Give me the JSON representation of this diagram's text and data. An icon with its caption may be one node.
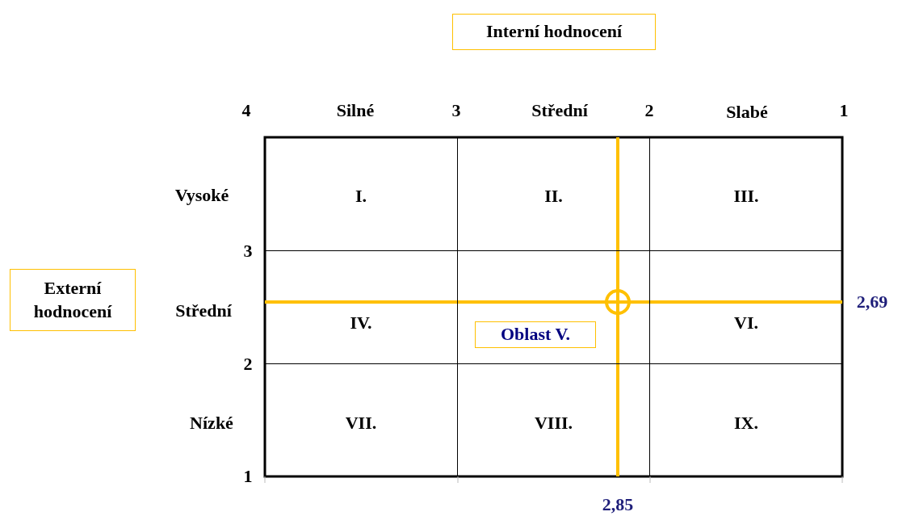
{
  "diagram": {
    "nodes": [
      {
        "text": [
          "Interní hodnocení"
        ]
      },
      {
        "text": [
          "Externí hodnocení"
        ]
      },
      {
        "text": [
          "I."
        ]
      },
      {
        "text": [
          "II."
        ]
      },
      {
        "text": [
          "III."
        ]
      },
      {
        "text": [
          "IV."
        ]
      },
      {
        "text": [],
        "shape": "box"
      },
      {
        "text": [
          "VI."
        ]
      },
      {
        "text": [
          "VII."
        ]
      },
      {
        "text": [
          "VIII."
        ]
      },
      {
        "text": [
          "IX."
        ]
      },
      {
        "text": [
          "Oblast V."
        ],
        "in": 6
      }
    ],
    "edges": [],
    "labels": [
      "4",
      "Silné",
      "3",
      "Střední",
      "2",
      "Slabé",
      "1",
      "Vysoké",
      "3",
      "Střední",
      "2,69",
      "2",
      "Nízké",
      "1",
      "2,85"
    ]
  }
}
